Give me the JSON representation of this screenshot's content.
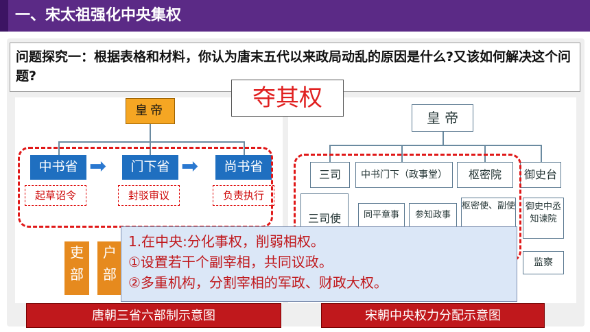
{
  "header": {
    "title": "一、宋太祖强化中央集权"
  },
  "question": {
    "text": "问题探究一：根据表格和材料，你认为唐末五代以来政局动乱的原因是什么?又该如何解决这个问题?"
  },
  "duo_label": "夺其权",
  "tang_chart": {
    "emperor": "皇帝",
    "sheng": [
      "中书省",
      "门下省",
      "尚书省"
    ],
    "notes": [
      "起草诏令",
      "封驳审议",
      "负责执行"
    ],
    "bu": [
      [
        "吏",
        "部"
      ],
      [
        "户",
        "部"
      ]
    ],
    "caption": "唐朝三省六部制示意图"
  },
  "song_chart": {
    "emperor": "皇 帝",
    "top": [
      "三司",
      "中书门下（政事堂）",
      "枢密院",
      "御史台"
    ],
    "sub": [
      "三司使",
      "同平章事",
      "参知政事",
      "枢密使、副使",
      "御史中丞知谏院",
      "监察"
    ],
    "caption": "宋朝中央权力分配示意图"
  },
  "popup": {
    "line1": "1.在中央:分化事权，削弱相权。",
    "line2": "①设置若干个副宰相，共同议政。",
    "line3": "②多重机构，分割宰相的军政、财政大权。"
  }
}
